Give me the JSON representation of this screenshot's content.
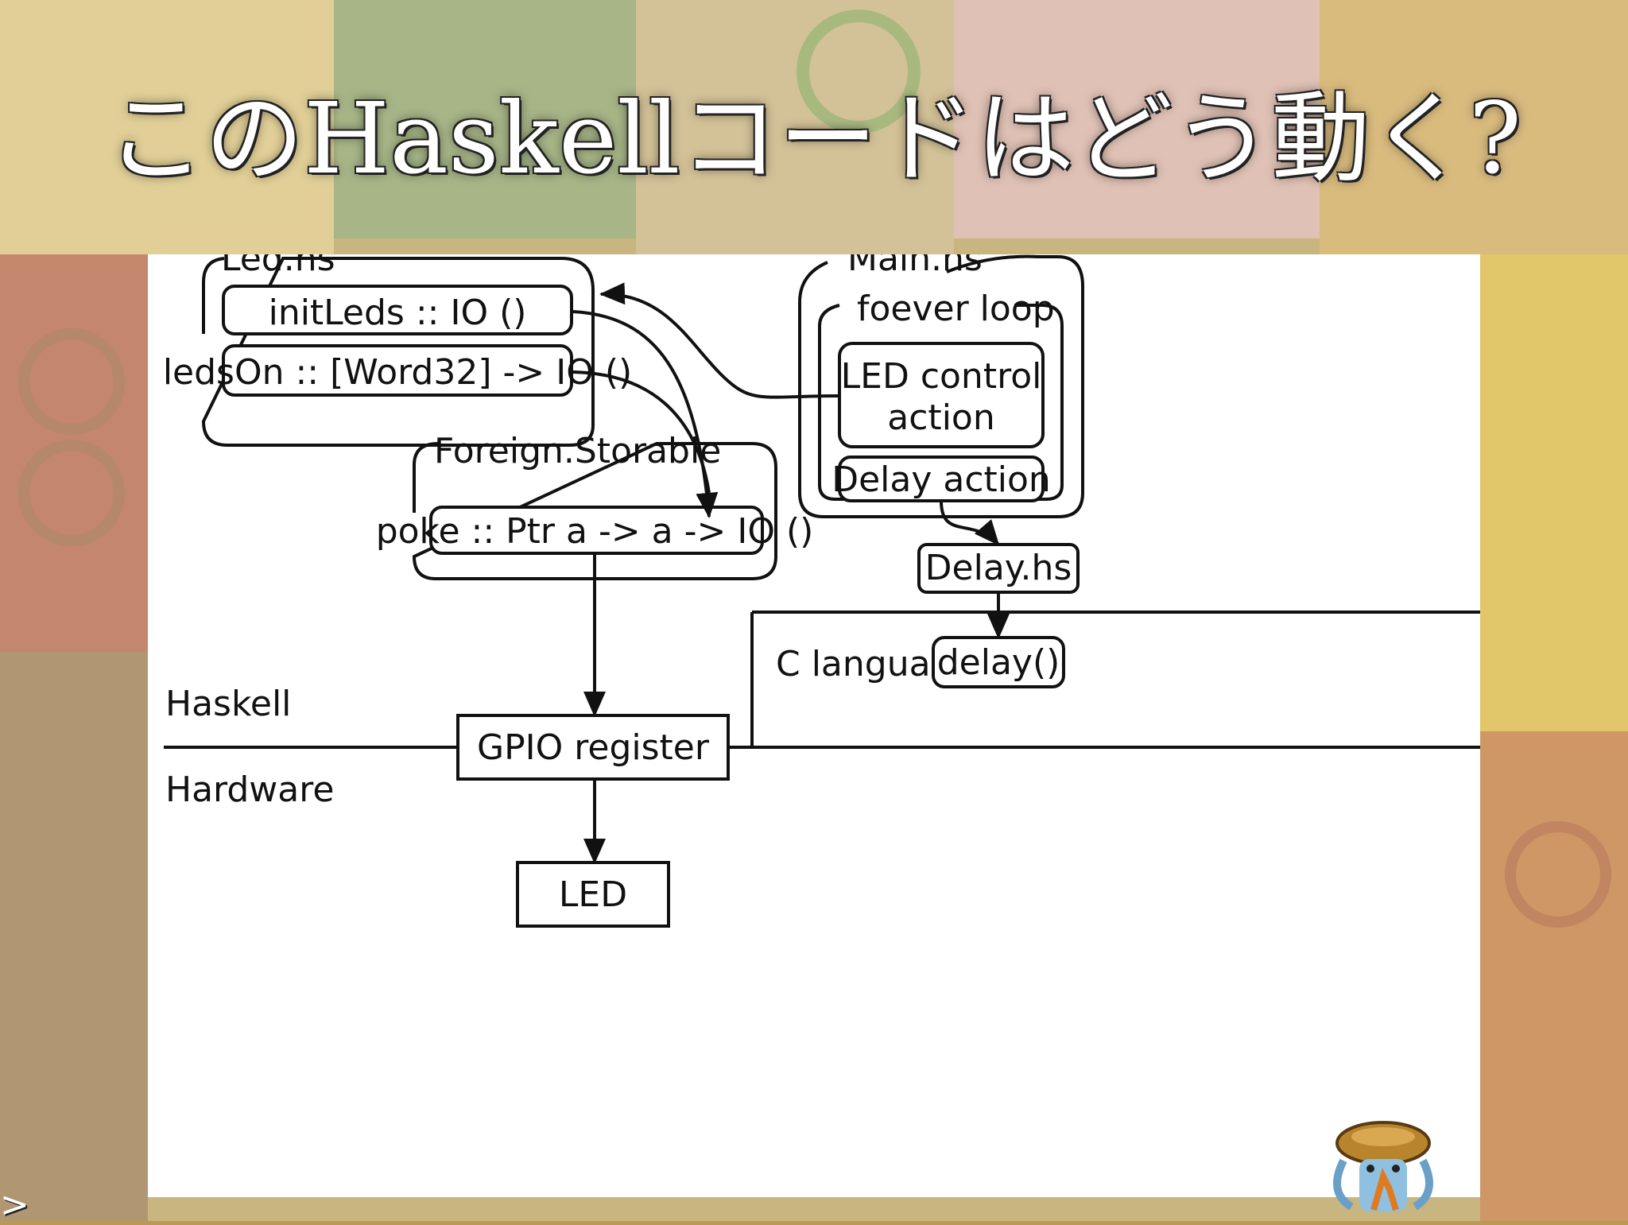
{
  "slide": {
    "title": "このHaskellコードはどう動く?",
    "corner_glyph": ">"
  },
  "diagram": {
    "modules": {
      "led": {
        "label": "Led.hs",
        "fn_init": "initLeds :: IO ()",
        "fn_on": "ledsOn :: [Word32] -> IO ()"
      },
      "main": {
        "label": "Main.hs",
        "loop": "foever loop",
        "led_action_1": "LED control",
        "led_action_2": "action",
        "delay_action": "Delay action"
      },
      "storable": {
        "label": "Foreign.Storable",
        "poke": "poke :: Ptr a -> a -> IO ()"
      },
      "delay_hs": {
        "label": "Delay.hs"
      },
      "c_lang": {
        "label": "C language",
        "fn": "delay()"
      }
    },
    "layers": {
      "haskell": "Haskell",
      "hardware": "Hardware"
    },
    "hw": {
      "gpio": "GPIO register",
      "led": "LED"
    }
  },
  "colors": {
    "bg_yellow": "#e8c23a",
    "bg_red": "#c8352a",
    "bg_green": "#6a9a3a",
    "bg_blue": "#3a5aa0",
    "panel": "#ffffff"
  }
}
